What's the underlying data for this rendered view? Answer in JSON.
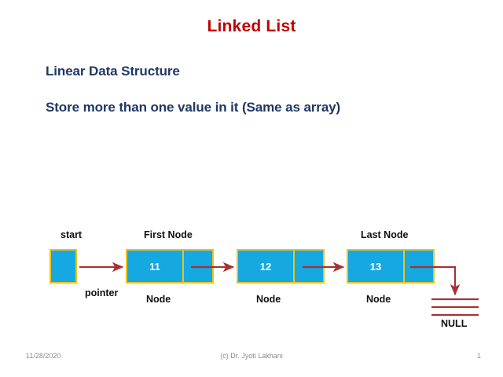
{
  "slide": {
    "title": "Linked List",
    "body_lines": [
      "Linear Data Structure",
      "Store more than one value in it (Same as array)"
    ],
    "colors": {
      "title": "#C00000",
      "body_text": "#1F3864",
      "node_fill": "#16A8E0",
      "node_border": "#F0C319",
      "arrow": "#A83232",
      "label_text": "#101010",
      "footer_text": "#8C8C8C",
      "background": "#FFFFFF"
    }
  },
  "diagram": {
    "start_label": "start",
    "pointer_label": "pointer",
    "first_node_label": "First Node",
    "last_node_label": "Last Node",
    "null_label": "NULL",
    "nodes": [
      {
        "value": "11",
        "caption": "Node"
      },
      {
        "value": "12",
        "caption": "Node"
      },
      {
        "value": "13",
        "caption": "Node"
      }
    ]
  },
  "footer": {
    "date": "11/28/2020",
    "credit": "(c) Dr. Jyoti Lakhani",
    "page_number": "1"
  }
}
